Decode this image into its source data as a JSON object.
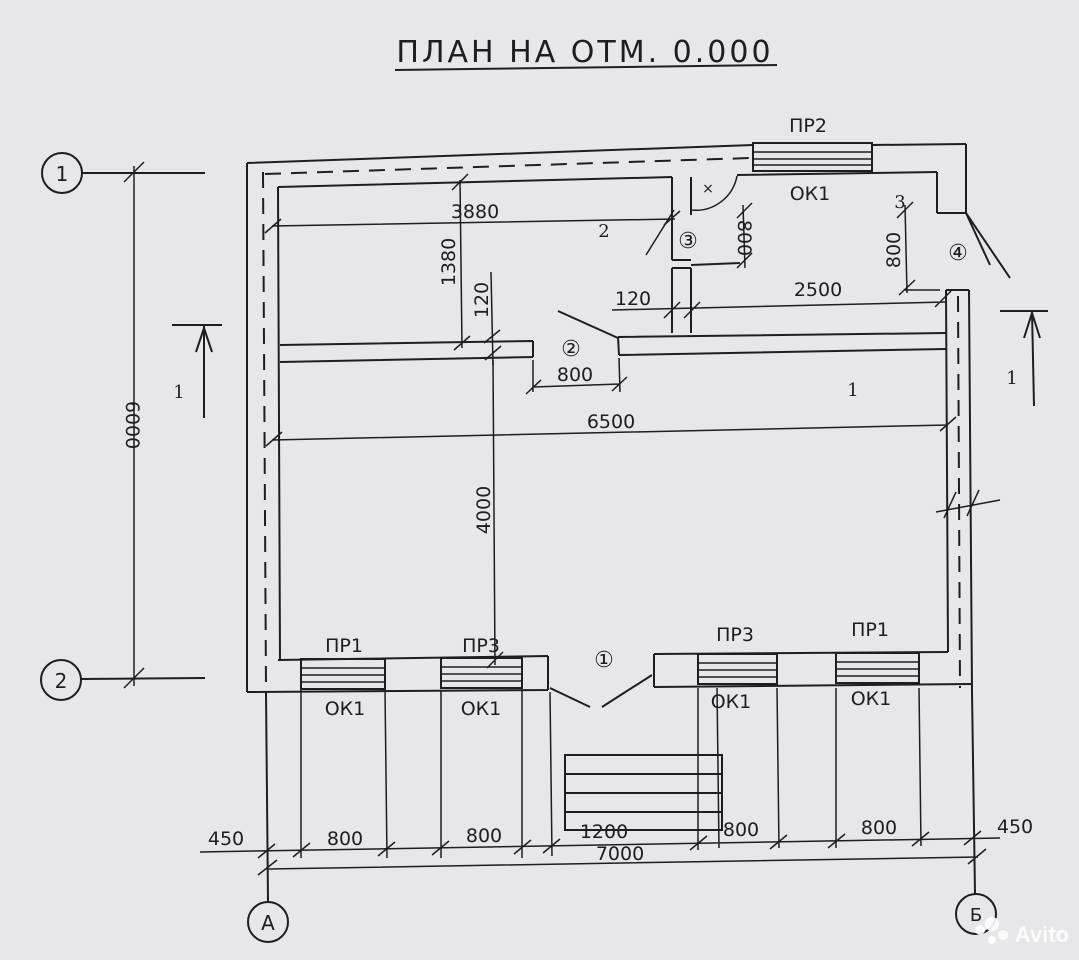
{
  "title": "ПЛАН НА ОТМ. 0.000",
  "axes": {
    "row_1": "1",
    "row_2": "2",
    "col_a": "А",
    "col_b": "Б"
  },
  "section_mark": "1",
  "rooms": {
    "r1": "1",
    "r2": "2",
    "r3": "3",
    "room_tag_1": "①",
    "room_tag_2": "②",
    "room_tag_3": "③",
    "room_tag_4": "④"
  },
  "toilet_mark": "×",
  "openings": {
    "top_lintel": "ПР2",
    "top_window": "ОК1",
    "b1_lintel": "ПР1",
    "b1_window": "ОК1",
    "b2_lintel": "ПР3",
    "b2_window": "ОК1",
    "b3_lintel": "ПР3",
    "b3_window": "ОК1",
    "b4_lintel": "ПР1",
    "b4_window": "ОК1"
  },
  "dimensions": {
    "d6000": "6000",
    "d3880": "3880",
    "d1380": "1380",
    "d120_v": "120",
    "d120_h": "120",
    "d800_toilet": "800",
    "d800_right": "800",
    "d2500": "2500",
    "d800_door": "800",
    "d6500": "6500",
    "d4000": "4000",
    "b450_l": "450",
    "b800_1": "800",
    "b800_2": "800",
    "b1200": "1200",
    "b800_3": "800",
    "b800_4": "800",
    "b450_r": "450",
    "b7000": "7000"
  },
  "watermark": "Avito"
}
